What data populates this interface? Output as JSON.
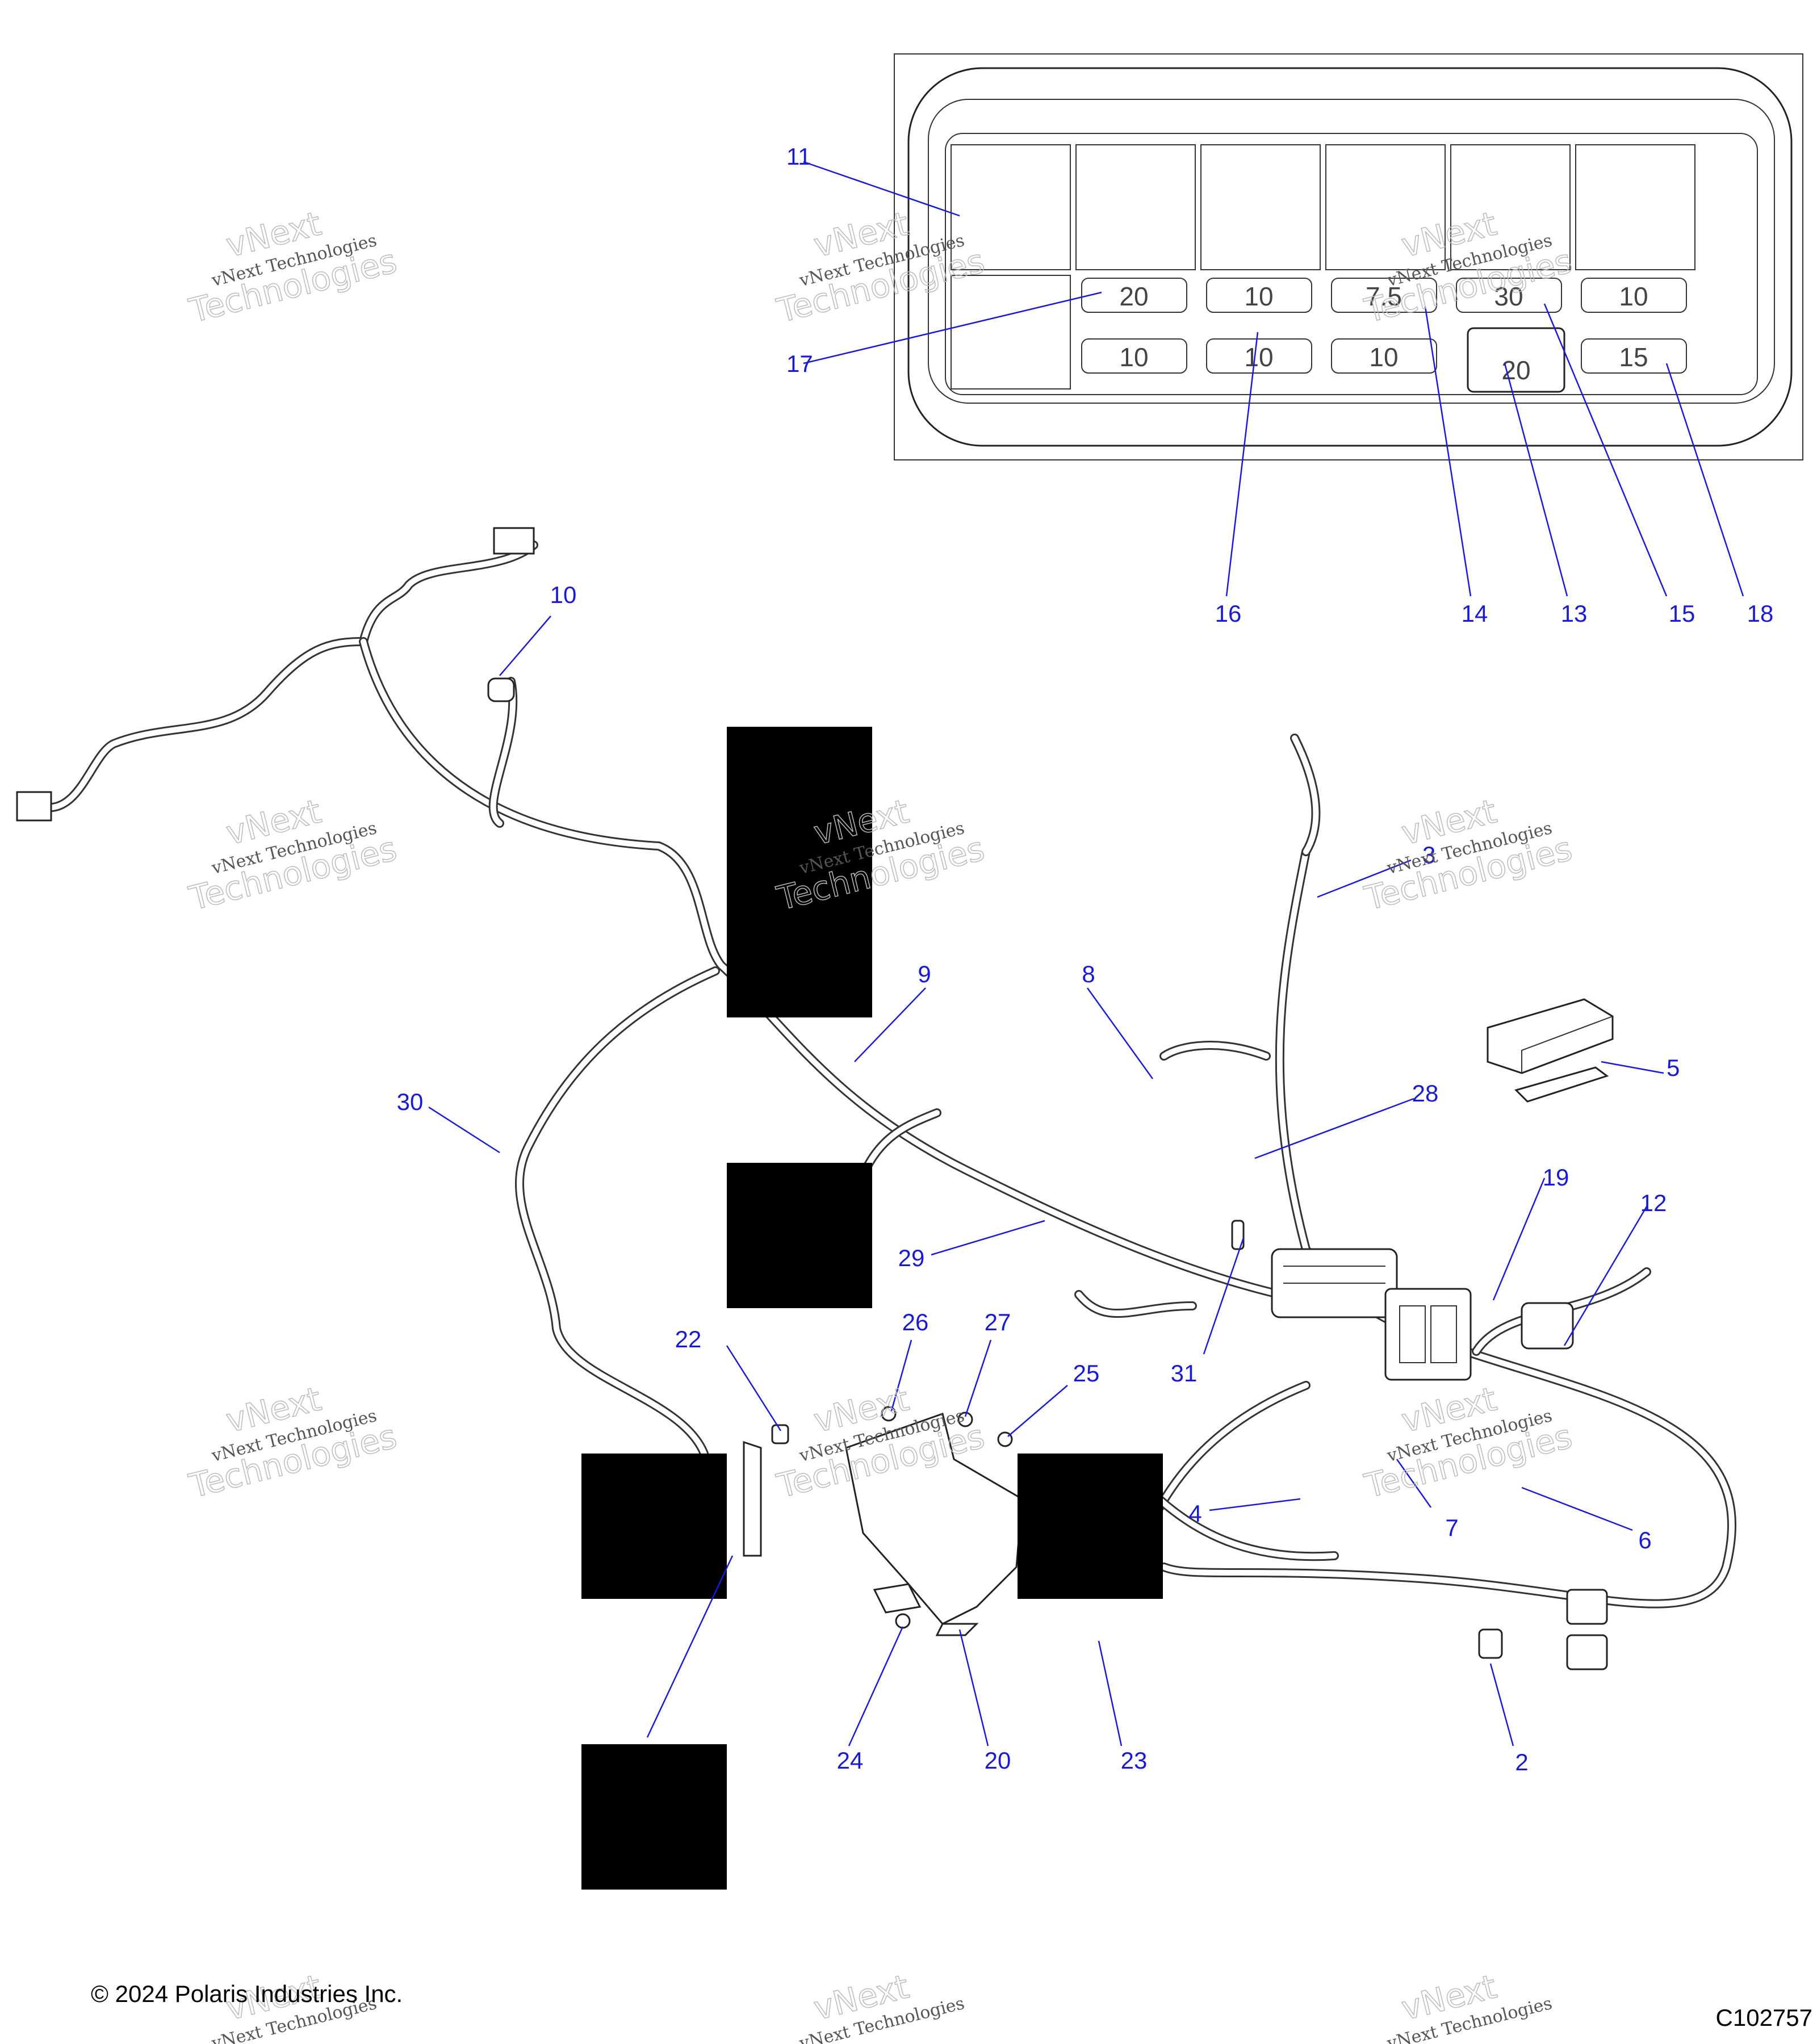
{
  "callouts": {
    "c2": "2",
    "c3": "3",
    "c4": "4",
    "c5": "5",
    "c6": "6",
    "c7": "7",
    "c8": "8",
    "c9": "9",
    "c10": "10",
    "c11": "11",
    "c12": "12",
    "c13": "13",
    "c14": "14",
    "c15": "15",
    "c16": "16",
    "c17": "17",
    "c18": "18",
    "c19": "19",
    "c20": "20",
    "c22": "22",
    "c23": "23",
    "c24": "24",
    "c25": "25",
    "c26": "26",
    "c27": "27",
    "c28": "28",
    "c29": "29",
    "c30": "30",
    "c31": "31"
  },
  "fuse_box": {
    "top_row": [
      "20",
      "10",
      "7.5",
      "30",
      "10"
    ],
    "bottom_row": [
      "10",
      "10",
      "10",
      "20",
      "15"
    ]
  },
  "watermark": {
    "line1": "vNext",
    "line2": "vNext Technologies",
    "line3": "Technologies"
  },
  "footer": {
    "copyright": "© 2024 Polaris Industries Inc.",
    "figure_id": "C102757"
  }
}
